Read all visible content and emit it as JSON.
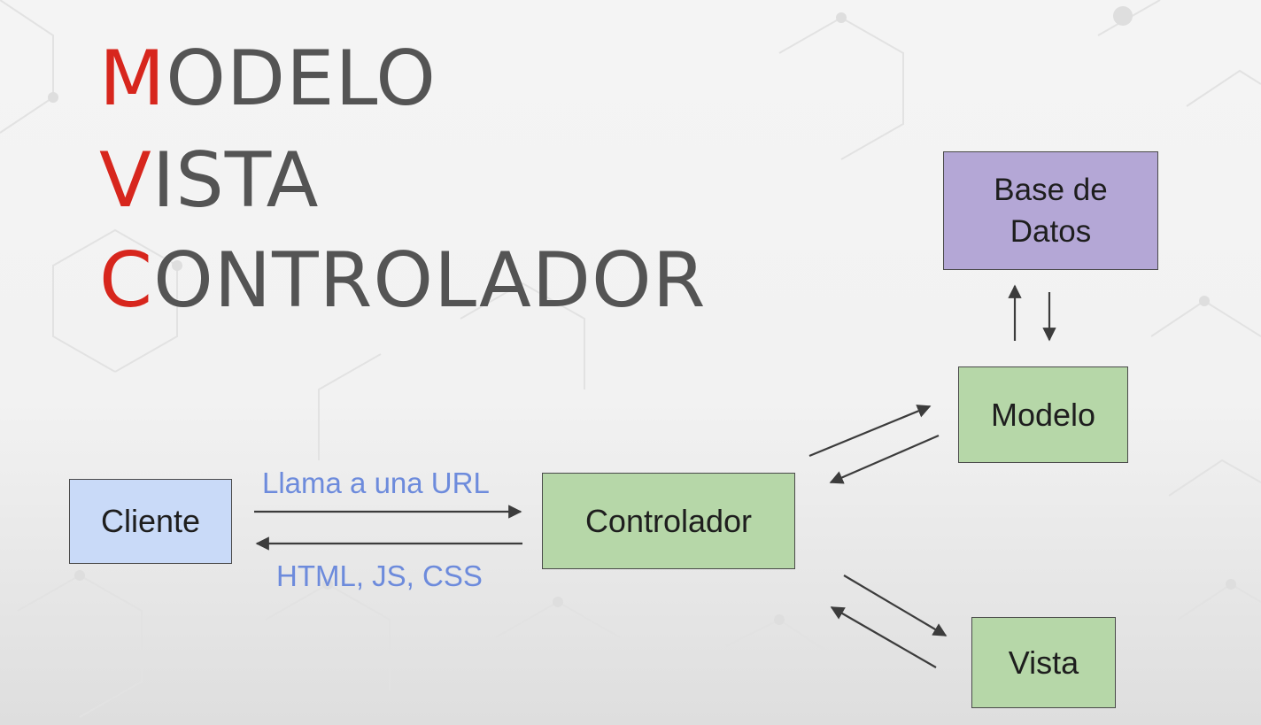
{
  "title": {
    "line1": {
      "initial": "M",
      "rest": "ODELO"
    },
    "line2": {
      "initial": "V",
      "rest": "ISTA"
    },
    "line3": {
      "initial": "C",
      "rest": "ONTROLADOR"
    }
  },
  "nodes": {
    "database": {
      "line1": "Base de",
      "line2": "Datos"
    },
    "modelo": "Modelo",
    "cliente": "Cliente",
    "controlador": "Controlador",
    "vista": "Vista"
  },
  "edges": {
    "request_label": "Llama a una URL",
    "response_label": "HTML, JS, CSS"
  },
  "colors": {
    "title_initial": "#d7261d",
    "title_text": "#545454",
    "database_fill": "#b4a7d6",
    "component_fill": "#b6d7a8",
    "client_fill": "#c9daf8",
    "edge_label": "#6d8bdc"
  }
}
